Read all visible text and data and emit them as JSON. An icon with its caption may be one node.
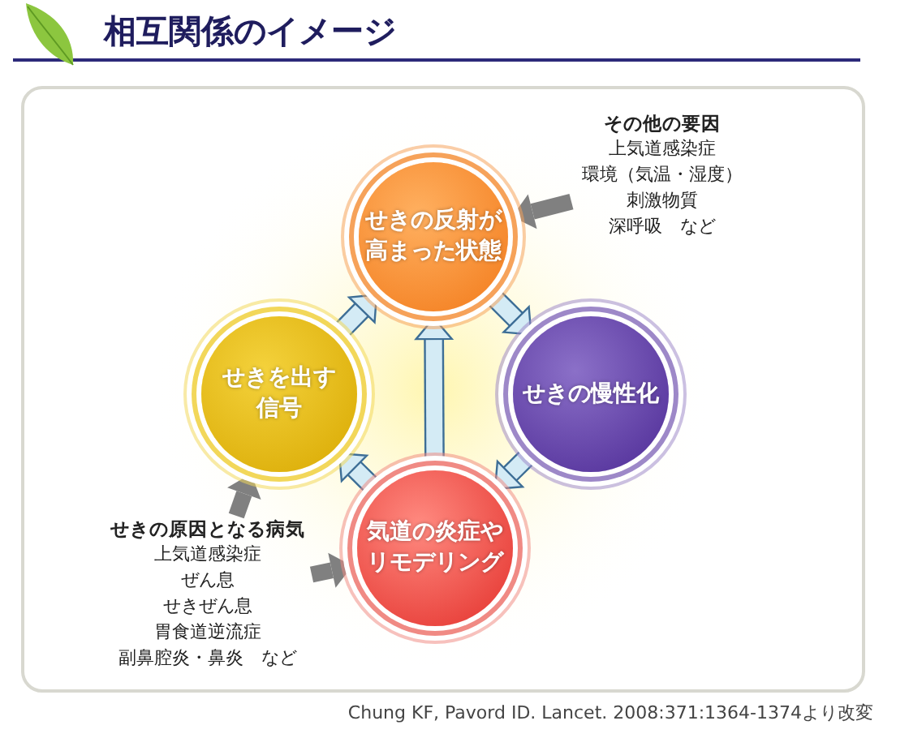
{
  "diagram": {
    "title": "相互関係のイメージ",
    "nodes": [
      {
        "text": [
          "せきの反射が高まった状態"
        ]
      },
      {
        "text": [
          "せきの慢性化"
        ]
      },
      {
        "text": [
          "気道の炎症やリモデリング"
        ]
      },
      {
        "text": [
          "せきを出す信号"
        ]
      },
      {
        "text": [
          "その他の要因",
          "上気道感染症",
          "環境（気温・湿度）",
          "刺激物質",
          "深呼吸　など"
        ]
      },
      {
        "text": [
          "せきの原因となる病気",
          "上気道感染症",
          "ぜん息",
          "せきぜん息",
          "胃食道逆流症",
          "副鼻腔炎・鼻炎　など"
        ]
      }
    ],
    "edges": [
      {
        "from": 3,
        "to": 0,
        "arrow": "to"
      },
      {
        "from": 0,
        "to": 1,
        "arrow": "to"
      },
      {
        "from": 1,
        "to": 2,
        "arrow": "to"
      },
      {
        "from": 2,
        "to": 3,
        "arrow": "to"
      },
      {
        "from": 2,
        "to": 0,
        "arrow": "to"
      },
      {
        "from": 4,
        "to": 0,
        "arrow": "to",
        "color": "#808080"
      },
      {
        "from": 5,
        "to": 3,
        "arrow": "to",
        "color": "#808080"
      },
      {
        "from": 5,
        "to": 2,
        "arrow": "to",
        "color": "#808080"
      }
    ],
    "labels": [
      "Chung KF, Pavord ID. Lancet. 2008:371:1364-1374より改変"
    ]
  }
}
